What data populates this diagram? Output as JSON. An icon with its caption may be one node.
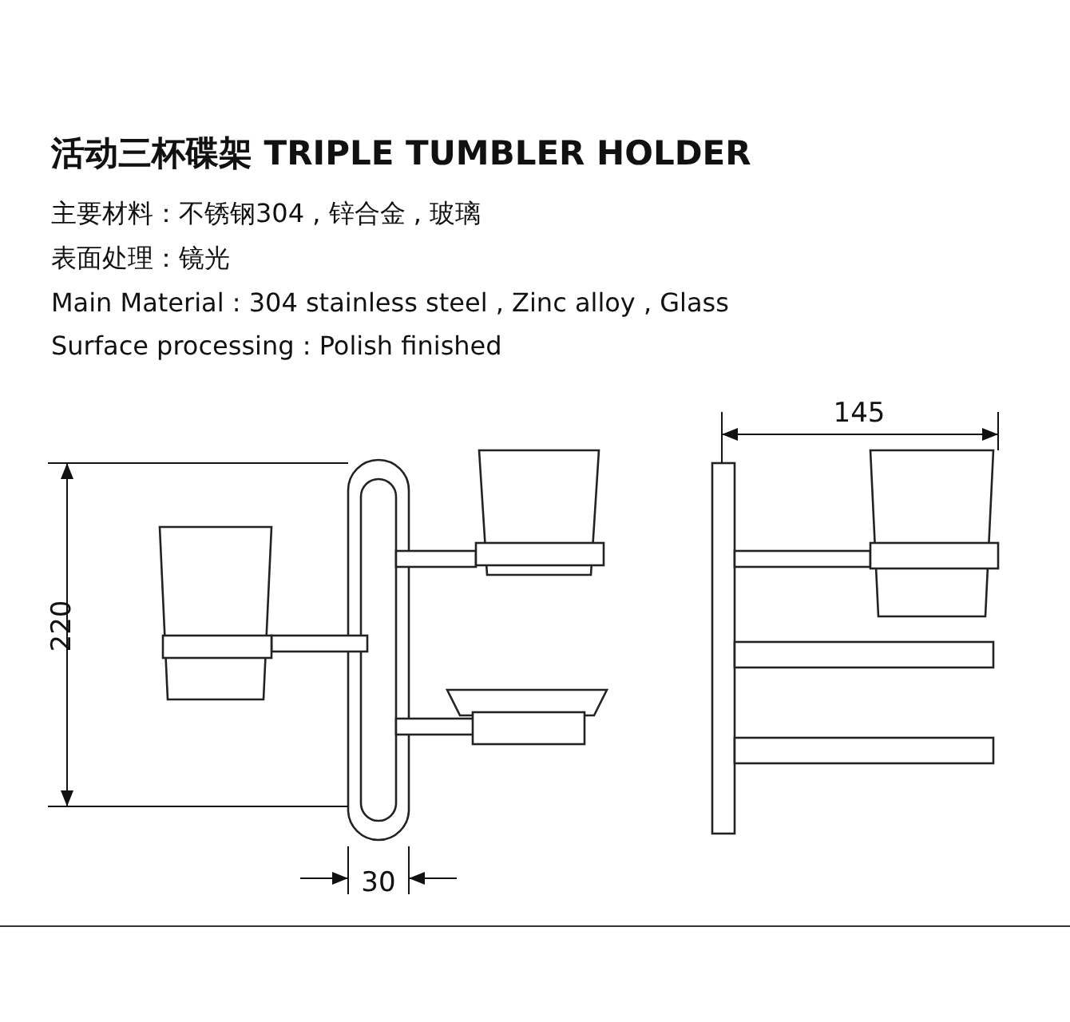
{
  "diagram": {
    "title": "活动三杯碟架 TRIPLE TUMBLER HOLDER",
    "labels": [
      "主要材料：不锈钢304 , 锌合金 , 玻璃",
      "表面处理：镜光",
      "Main Material : 304 stainless steel , Zinc alloy , Glass",
      "Surface processing : Polish finished",
      "145",
      "220",
      "30"
    ]
  }
}
